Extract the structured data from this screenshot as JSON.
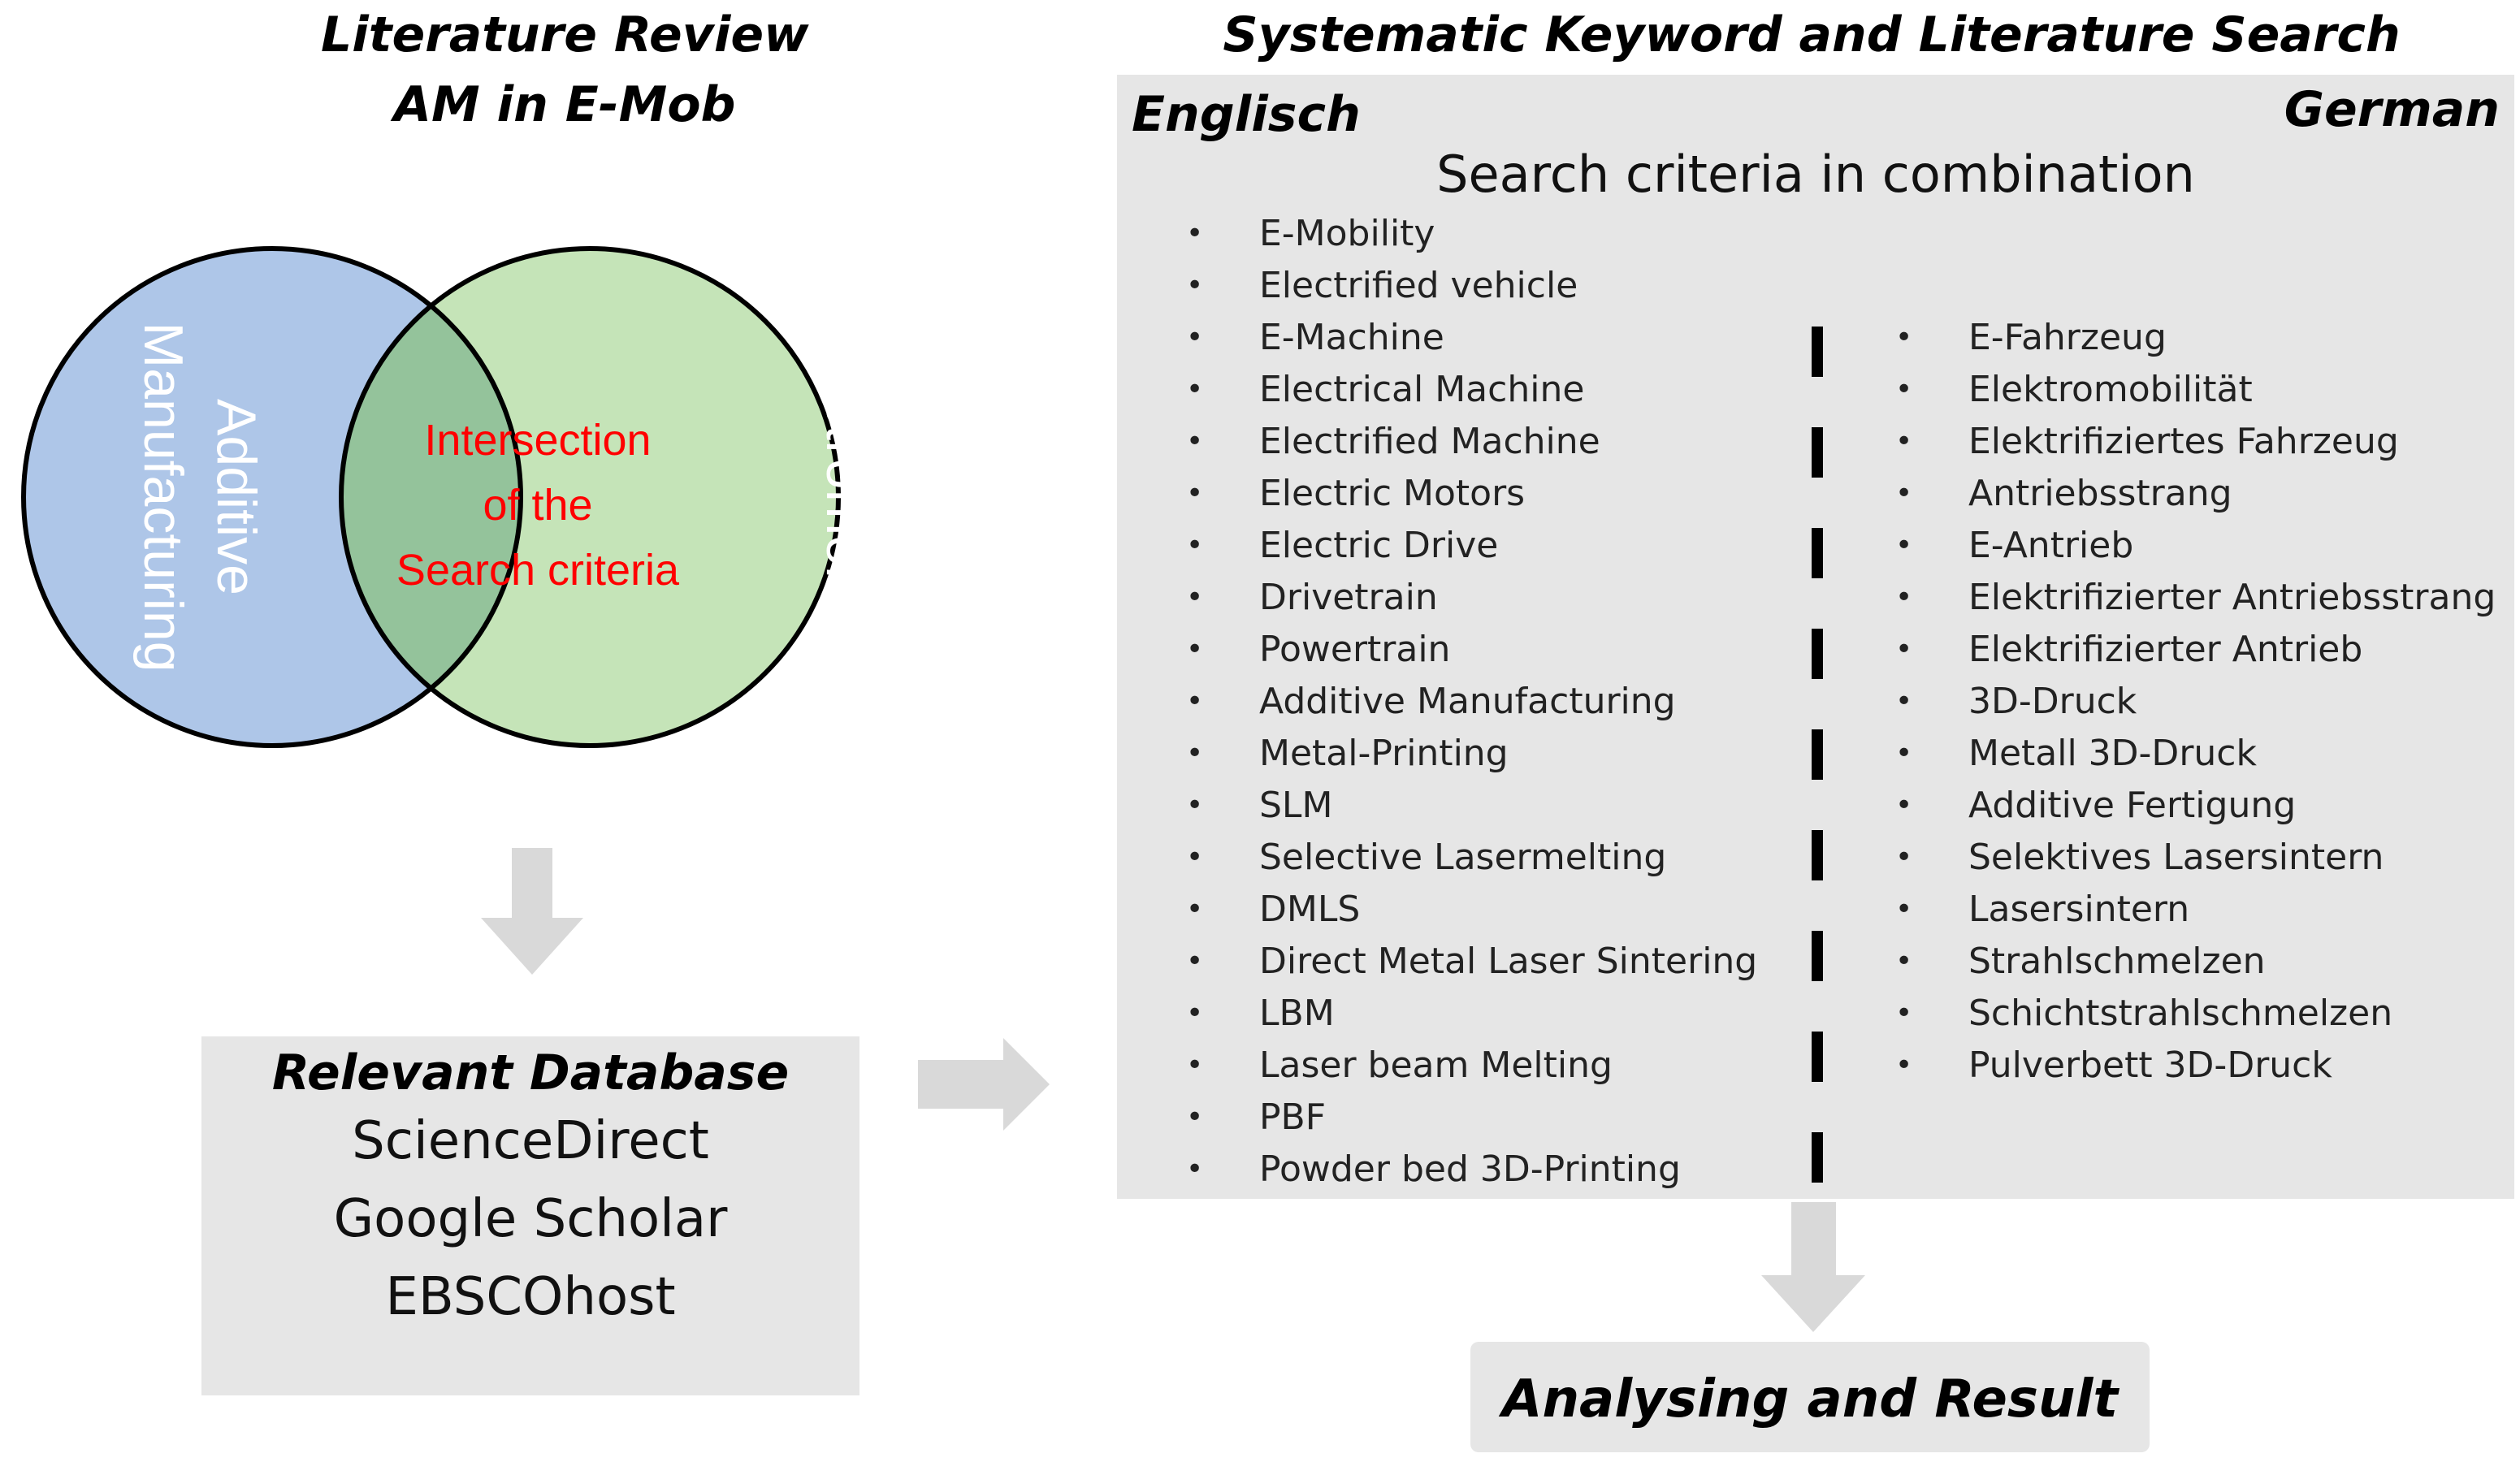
{
  "left_panel": {
    "title_line1": "Literature Review",
    "title_line2": "AM in E-Mob",
    "circle_left_label_line1": "Additive",
    "circle_left_label_line2": "Manufacturing",
    "circle_right_label": "Electromobility",
    "intersection_line1": "Intersection",
    "intersection_line2": "of the",
    "intersection_line3": "Search criteria",
    "colors": {
      "left_circle": "#aec6e8",
      "right_circle": "#c5e4b8",
      "overlap": "#94c39b",
      "intersection_text": "#ff0000",
      "circle_text": "#ffffff"
    }
  },
  "database_box": {
    "title": "Relevant Database",
    "items": [
      "ScienceDirect",
      "Google Scholar",
      "EBSCOhost"
    ]
  },
  "right_panel": {
    "title": "Systematic Keyword and Literature Search",
    "english_label": "Englisch",
    "german_label": "German",
    "subtitle": "Search criteria in combination",
    "bullet": "•",
    "english_terms": [
      "E-Mobility",
      "Electrified vehicle",
      "E-Machine",
      "Electrical Machine",
      "Electrified Machine",
      "Electric Motors",
      "Electric Drive",
      "Drivetrain",
      "Powertrain",
      "Additive Manufacturing",
      "Metal-Printing",
      "SLM",
      "Selective Lasermelting",
      "DMLS",
      "Direct Metal Laser Sintering",
      "LBM",
      "Laser beam Melting",
      "PBF",
      "Powder bed 3D-Printing"
    ],
    "german_terms": [
      "E-Fahrzeug",
      "Elektromobilität",
      "Elektrifiziertes Fahrzeug",
      "Antriebsstrang",
      "E-Antrieb",
      "Elektrifizierter Antriebsstrang",
      "Elektrifizierter Antrieb",
      "3D-Druck",
      "Metall 3D-Druck",
      "Additive Fertigung",
      "Selektives Lasersintern",
      "Lasersintern",
      "Strahlschmelzen",
      "Schichtstrahlschmelzen",
      "Pulverbett 3D-Druck"
    ]
  },
  "result_box": {
    "label": "Analysing and Result"
  },
  "colors": {
    "box_fill": "#e6e6e6",
    "arrow": "#d9d9d9",
    "divider": "#000000"
  }
}
